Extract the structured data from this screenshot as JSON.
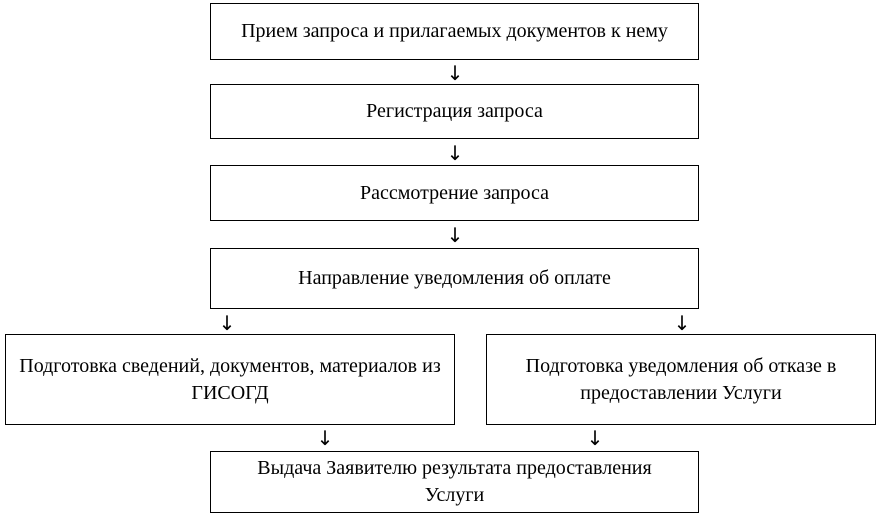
{
  "diagram": {
    "steps": {
      "receive": "Прием запроса и прилагаемых документов к нему",
      "register": "Регистрация запроса",
      "review": "Рассмотрение запроса",
      "payment_notice": "Направление уведомления об оплате",
      "prepare_info": "Подготовка сведений, документов, материалов из ГИСОГД",
      "prepare_refusal": "Подготовка уведомления об отказе в предоставлении Услуги",
      "issue_result": "Выдача Заявителю результата предоставления Услуги"
    },
    "arrow_glyph": "↓"
  }
}
